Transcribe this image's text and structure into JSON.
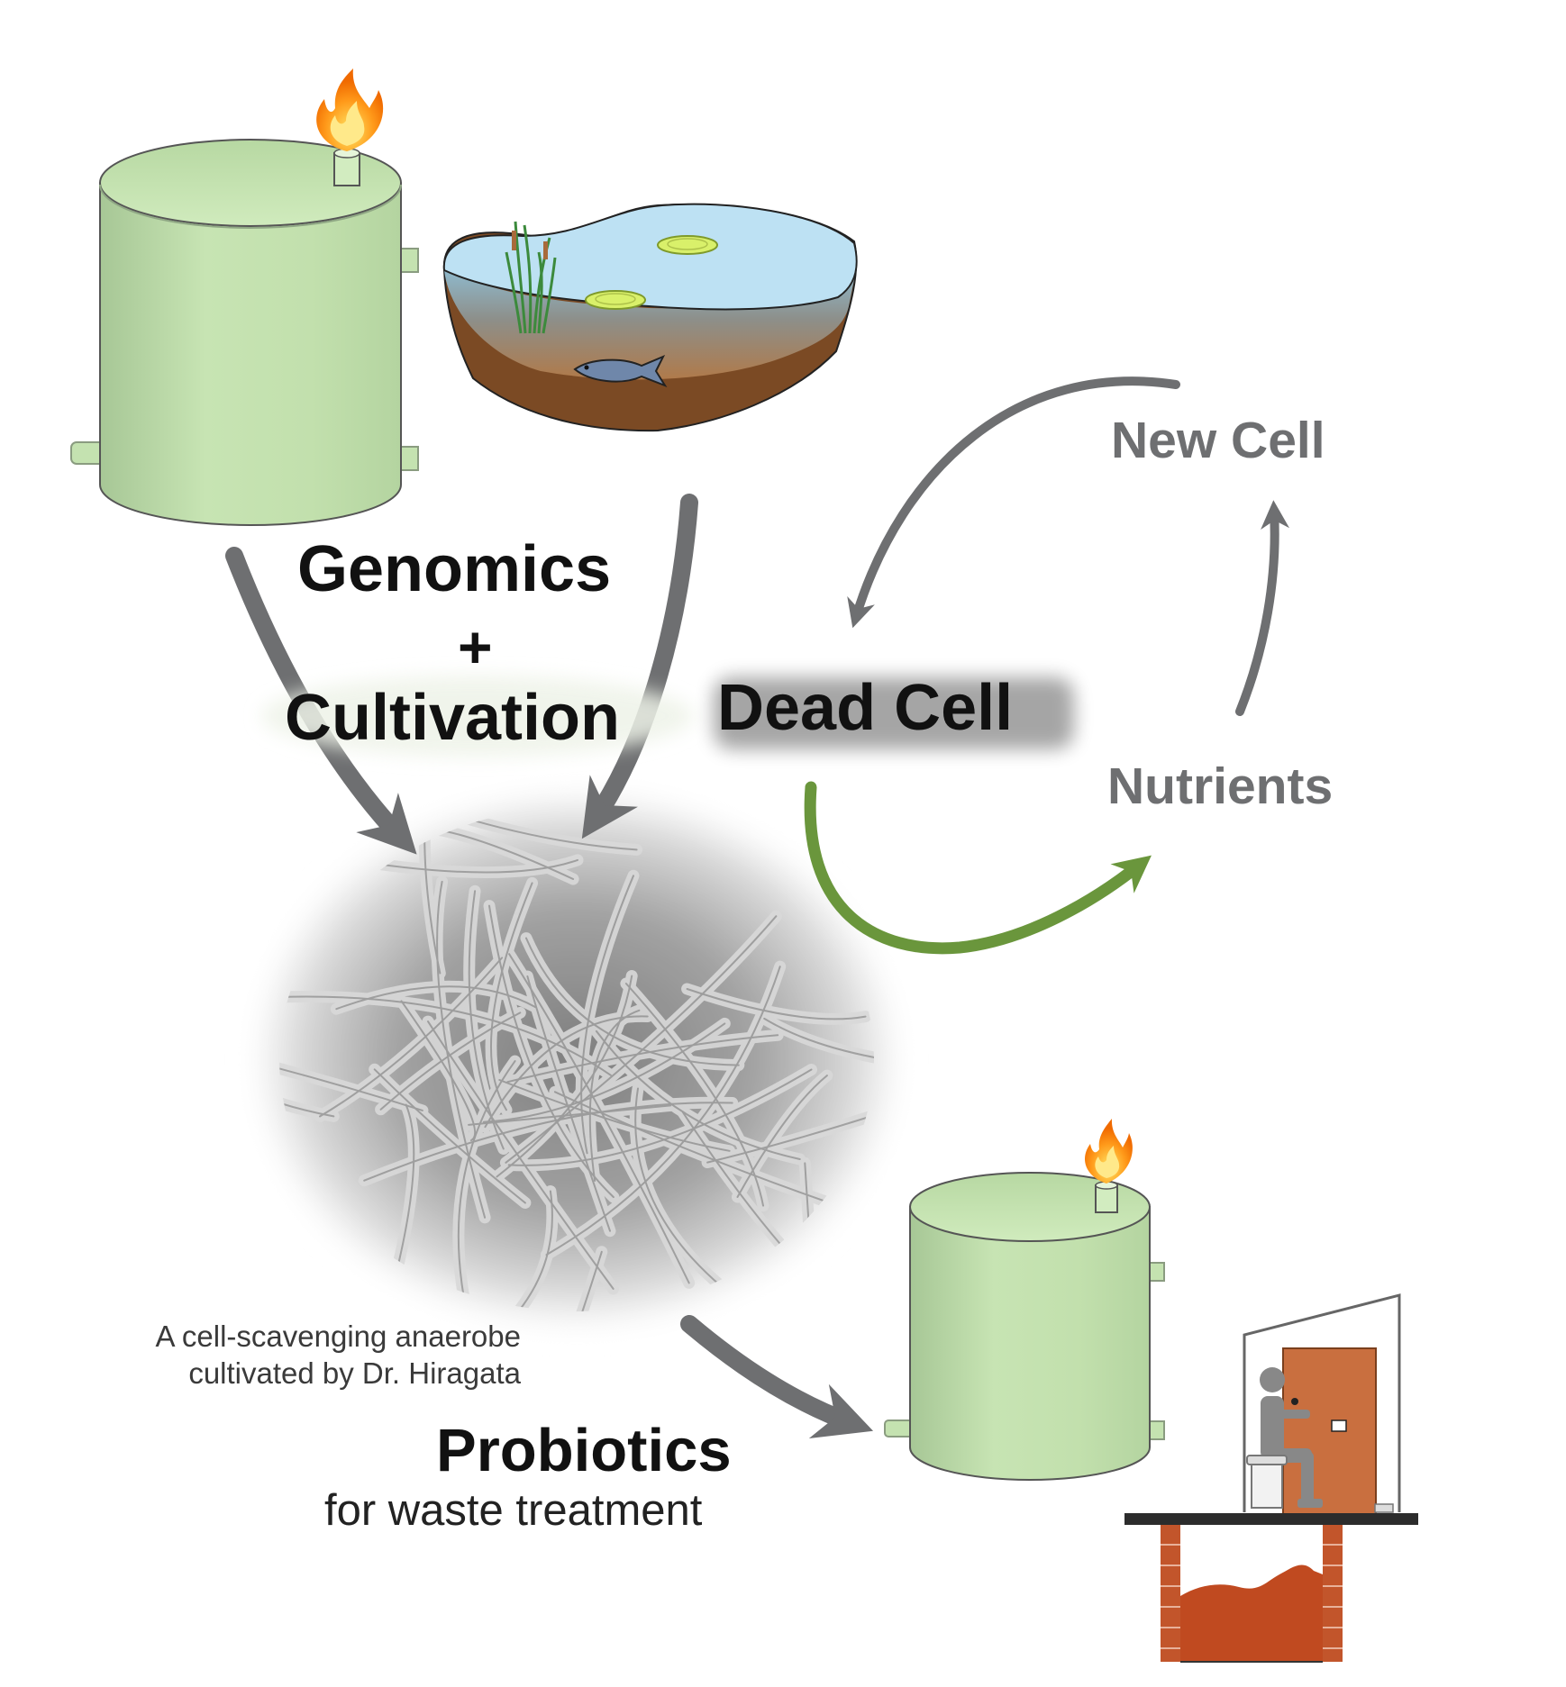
{
  "labels": {
    "genomics": "Genomics",
    "plus": "+",
    "cultivation": "Cultivation",
    "dead_cell": "Dead Cell",
    "new_cell": "New Cell",
    "nutrients": "Nutrients",
    "caption_line1": "A cell-scavenging anaerobe",
    "caption_line2": "cultivated by Dr. Hiragata",
    "probiotics": "Probiotics",
    "probiotics_sub": "for waste treatment"
  },
  "icons": [
    "flame-icon",
    "digester-tank",
    "pond-illustration",
    "fish-icon",
    "lily-pad-icon",
    "reeds-icon",
    "microbe-micrograph",
    "toilet-shelter",
    "person-icon",
    "waste-pit"
  ],
  "colors": {
    "tank_green": "#c4e2b0",
    "arrow_gray": "#6e6f71",
    "arrow_green": "#6a963c",
    "pond_water": "#bfe0f0",
    "pond_soil": "#7b4a24",
    "door_orange": "#c96f3f",
    "waste": "#c24e22"
  }
}
